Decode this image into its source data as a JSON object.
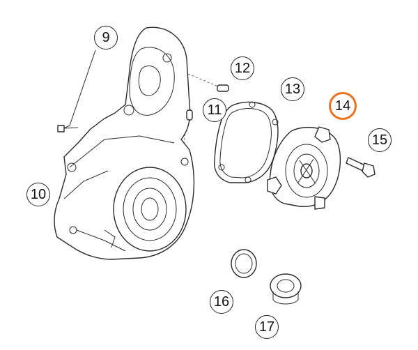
{
  "colors": {
    "line": "#2a2a2a",
    "highlight": "#e8731c",
    "background": "#ffffff"
  },
  "callouts": [
    {
      "id": "c9",
      "label": "9"
    },
    {
      "id": "c10",
      "label": "10"
    },
    {
      "id": "c11",
      "label": "11"
    },
    {
      "id": "c12",
      "label": "12"
    },
    {
      "id": "c13",
      "label": "13"
    },
    {
      "id": "c14",
      "label": "14",
      "highlighted": true
    },
    {
      "id": "c15",
      "label": "15"
    },
    {
      "id": "c16",
      "label": "16"
    },
    {
      "id": "c17",
      "label": "17"
    }
  ]
}
